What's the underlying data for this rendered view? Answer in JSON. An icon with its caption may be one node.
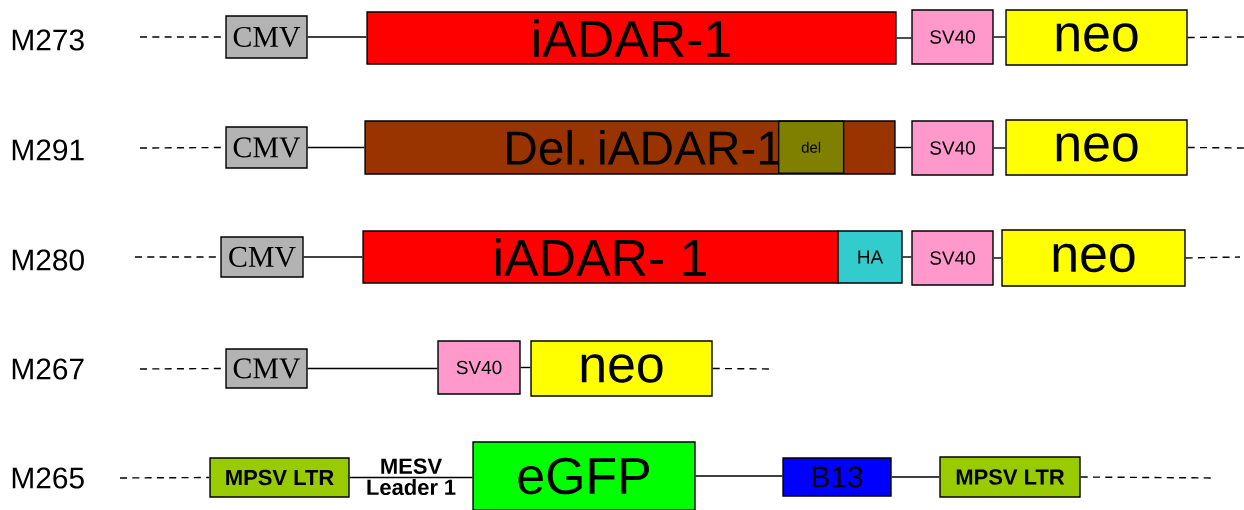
{
  "diagram": {
    "nodes": [
      {
        "text": [
          "CMV"
        ]
      },
      {
        "text": [
          "iADAR-1"
        ]
      },
      {
        "text": [
          "SV40"
        ]
      },
      {
        "text": [
          "neo"
        ]
      },
      {
        "text": [
          "CMV"
        ]
      },
      {
        "text": [
          "Del. iADAR-1"
        ]
      },
      {
        "text": [
          "del"
        ],
        "in": 5
      },
      {
        "text": [
          "SV40"
        ]
      },
      {
        "text": [
          "neo"
        ]
      },
      {
        "text": [
          "CMV"
        ]
      },
      {
        "text": [
          "iADAR- 1"
        ]
      },
      {
        "text": [
          "HA"
        ]
      },
      {
        "text": [
          "SV40"
        ]
      },
      {
        "text": [
          "neo"
        ]
      },
      {
        "text": [
          "CMV"
        ]
      },
      {
        "text": [
          "SV40"
        ]
      },
      {
        "text": [
          "neo"
        ]
      },
      {
        "text": [
          "MPSV LTR"
        ]
      },
      {
        "text": [
          "eGFP"
        ]
      },
      {
        "text": [
          "B13"
        ]
      },
      {
        "text": [
          "MPSV LTR"
        ]
      }
    ],
    "edges": [
      {
        "from": null,
        "to": 0,
        "arrow": "none",
        "style": "dashed"
      },
      {
        "from": 0,
        "to": 1,
        "arrow": "none"
      },
      {
        "from": 1,
        "to": 2,
        "arrow": "none"
      },
      {
        "from": 2,
        "to": 3,
        "arrow": "none"
      },
      {
        "from": 3,
        "to": null,
        "arrow": "none",
        "style": "dashed"
      },
      {
        "from": null,
        "to": 4,
        "arrow": "none",
        "style": "dashed"
      },
      {
        "from": 4,
        "to": 5,
        "arrow": "none"
      },
      {
        "from": 5,
        "to": 7,
        "arrow": "none"
      },
      {
        "from": 7,
        "to": 8,
        "arrow": "none"
      },
      {
        "from": 8,
        "to": null,
        "arrow": "none",
        "style": "dashed"
      },
      {
        "from": null,
        "to": 9,
        "arrow": "none",
        "style": "dashed"
      },
      {
        "from": 9,
        "to": 10,
        "arrow": "none"
      },
      {
        "from": 11,
        "to": 12,
        "arrow": "none"
      },
      {
        "from": 12,
        "to": 13,
        "arrow": "none"
      },
      {
        "from": 13,
        "to": null,
        "arrow": "none",
        "style": "dashed"
      },
      {
        "from": null,
        "to": 14,
        "arrow": "none",
        "style": "dashed"
      },
      {
        "from": 14,
        "to": 15,
        "arrow": "none"
      },
      {
        "from": 15,
        "to": 16,
        "arrow": "none"
      },
      {
        "from": 16,
        "to": null,
        "arrow": "none",
        "style": "dashed"
      },
      {
        "from": null,
        "to": 17,
        "arrow": "none",
        "style": "dashed"
      },
      {
        "from": 17,
        "to": 18,
        "arrow": "none",
        "label": "MESV Leader 1"
      },
      {
        "from": 18,
        "to": 19,
        "arrow": "none"
      },
      {
        "from": 19,
        "to": 20,
        "arrow": "none"
      },
      {
        "from": 20,
        "to": null,
        "arrow": "none",
        "style": "dashed"
      }
    ],
    "labels": [
      "M273",
      "M291",
      "M280",
      "M267",
      "M265"
    ]
  }
}
